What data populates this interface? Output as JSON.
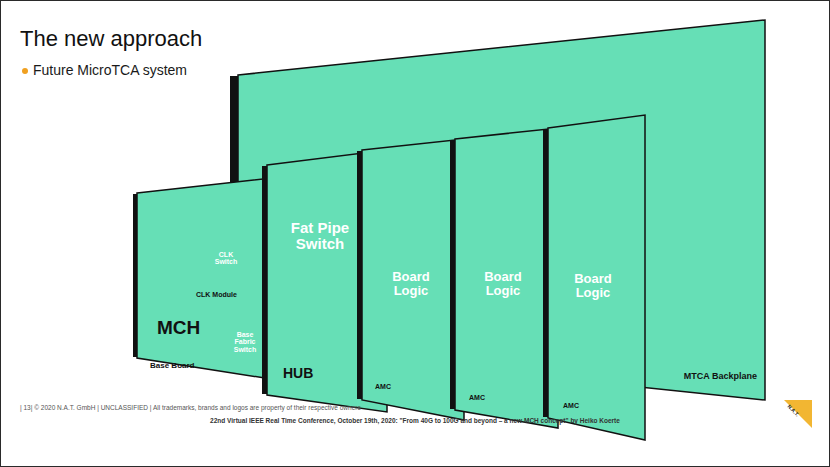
{
  "diagram": {
    "title": "The new approach",
    "nodes": [
      {
        "text": [
          "MTCA Backplane"
        ]
      },
      {
        "text": [
          "MCH",
          "Base Board"
        ]
      },
      {
        "text": [
          "CLK Module"
        ],
        "in": 1
      },
      {
        "text": [
          "CLK Switch"
        ],
        "in": 2
      },
      {
        "text": [
          "Base Fabric Switch"
        ],
        "in": 1
      },
      {
        "text": [
          "HUB"
        ]
      },
      {
        "text": [
          "Fat Pipe Switch"
        ],
        "in": 5
      },
      {
        "text": [
          "AMC"
        ]
      },
      {
        "text": [
          "Board Logic"
        ],
        "in": 7
      },
      {
        "text": [
          "AMC"
        ]
      },
      {
        "text": [
          "Board Logic"
        ],
        "in": 9
      },
      {
        "text": [
          "AMC"
        ]
      },
      {
        "text": [
          "Board Logic"
        ],
        "in": 11
      }
    ],
    "labels": [
      "Future MicroTCA system",
      "| 13| © 2020 N.A.T. GmbH | UNCLASSIFIED | All trademarks, brands and logos are property of their respective owners",
      "22nd Virtual IEEE Real Time Conference, October 19th, 2020: \"From 40G to 100G and beyond – a new MCH concept\" by Heiko Koerte",
      "N.A.T."
    ]
  }
}
